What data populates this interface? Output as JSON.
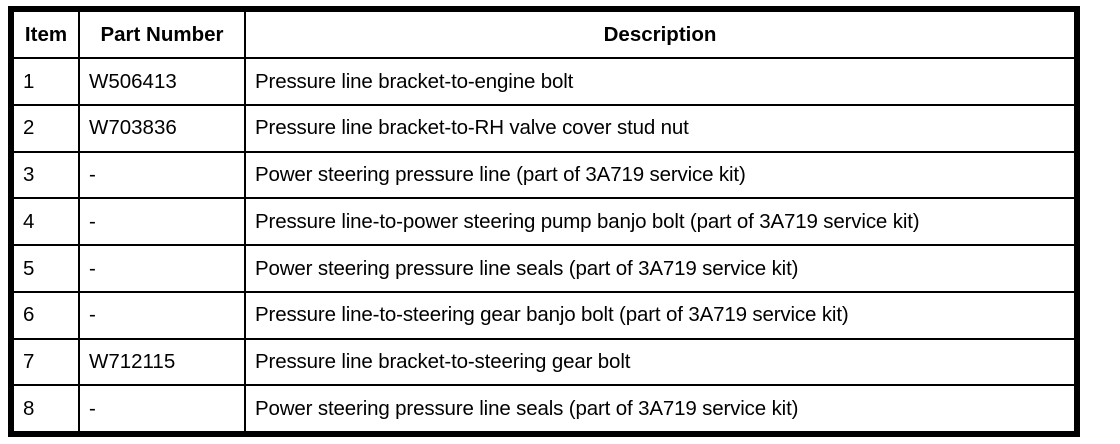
{
  "table": {
    "columns": [
      {
        "key": "item",
        "label": "Item",
        "align": "center"
      },
      {
        "key": "part_number",
        "label": "Part Number",
        "align": "center"
      },
      {
        "key": "description",
        "label": "Description",
        "align": "center"
      }
    ],
    "rows": [
      {
        "item": "1",
        "part_number": "W506413",
        "description": "Pressure line bracket-to-engine bolt"
      },
      {
        "item": "2",
        "part_number": "W703836",
        "description": "Pressure line bracket-to-RH valve cover stud nut"
      },
      {
        "item": "3",
        "part_number": "-",
        "description": "Power steering pressure line (part of 3A719 service kit)"
      },
      {
        "item": "4",
        "part_number": "-",
        "description": "Pressure line-to-power steering pump banjo bolt (part of 3A719 service kit)"
      },
      {
        "item": "5",
        "part_number": "-",
        "description": "Power steering pressure line seals (part of 3A719 service kit)"
      },
      {
        "item": "6",
        "part_number": "-",
        "description": "Pressure line-to-steering gear banjo bolt (part of 3A719 service kit)"
      },
      {
        "item": "7",
        "part_number": "W712115",
        "description": "Pressure line bracket-to-steering gear bolt"
      },
      {
        "item": "8",
        "part_number": "-",
        "description": "Power steering pressure line seals (part of 3A719 service kit)"
      }
    ]
  },
  "colors": {
    "border": "#000000",
    "background": "#ffffff",
    "text": "#000000"
  }
}
